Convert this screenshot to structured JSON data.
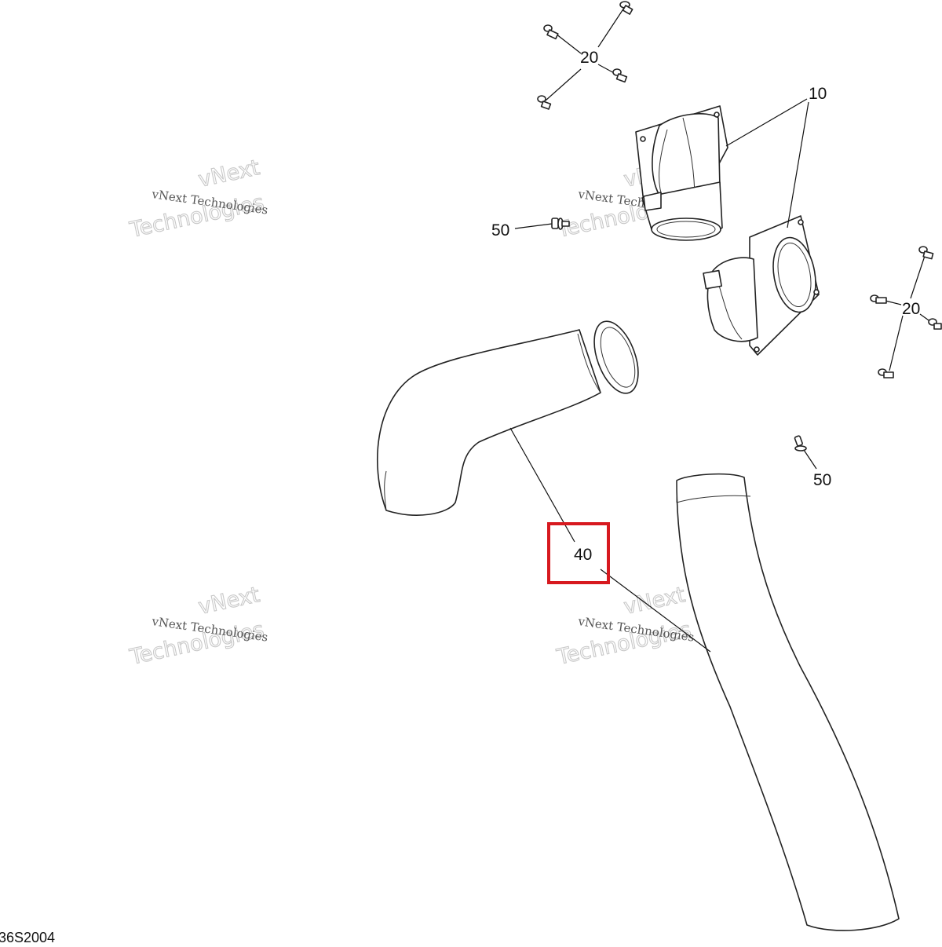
{
  "diagram": {
    "drawing_code": "36S2004",
    "highlight_color": "#d7191f",
    "callouts": [
      {
        "id": "20a",
        "label": "20"
      },
      {
        "id": "10",
        "label": "10"
      },
      {
        "id": "50a",
        "label": "50"
      },
      {
        "id": "20b",
        "label": "20"
      },
      {
        "id": "50b",
        "label": "50"
      },
      {
        "id": "40",
        "label": "40",
        "highlighted": true
      }
    ],
    "watermark": {
      "line1": "vNext Technologies",
      "line2": "vNext",
      "line3": "Technologies"
    }
  }
}
